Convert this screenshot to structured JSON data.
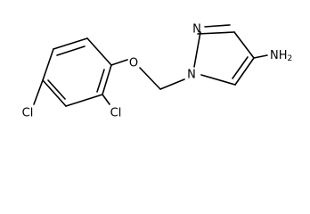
{
  "molecule": {
    "atoms": {
      "oxygen": "O",
      "pyrazole_n1": "N",
      "pyrazole_n2": "N",
      "amine": "NH",
      "amine_subscript": "2",
      "chlorine_para": "Cl",
      "chlorine_ortho": "Cl"
    }
  }
}
